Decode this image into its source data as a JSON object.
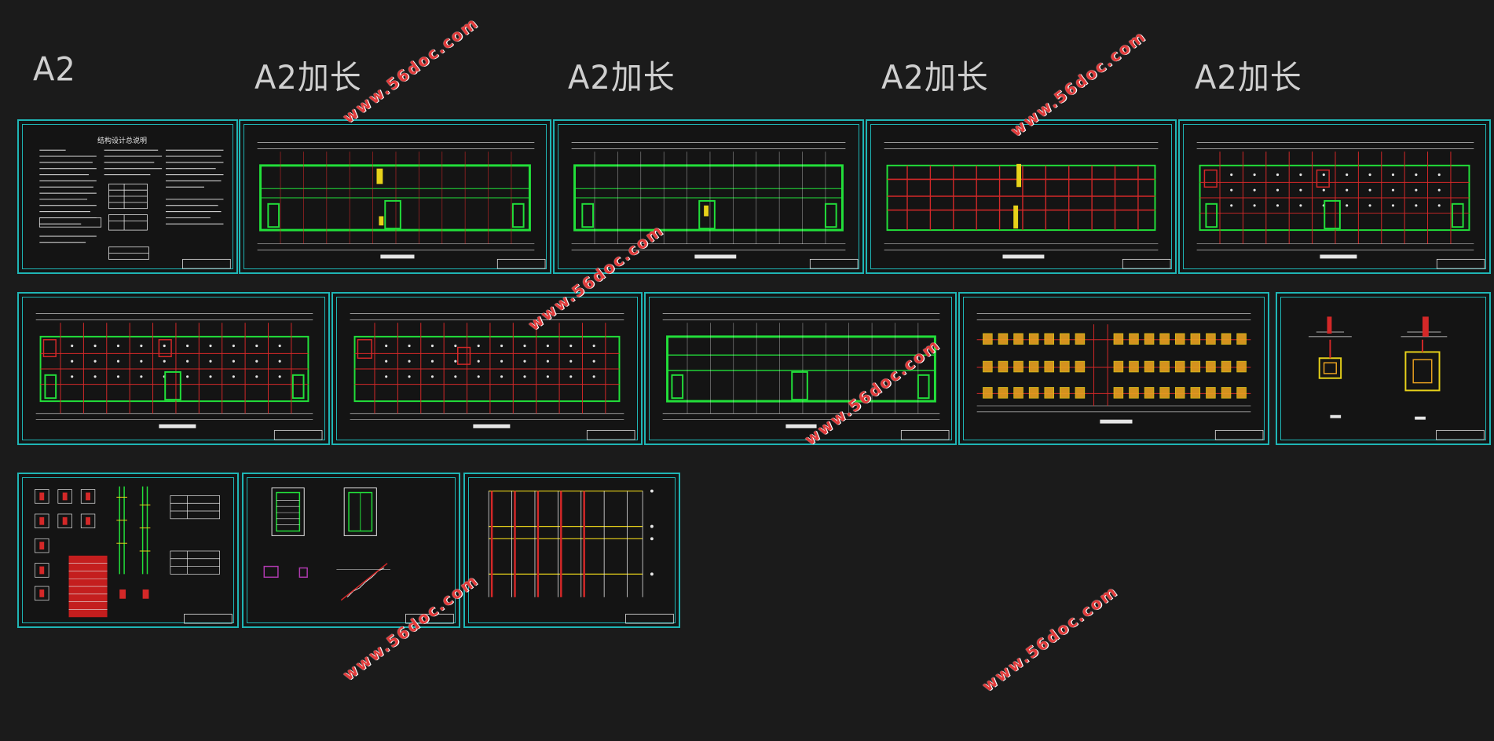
{
  "canvas": {
    "background": "#1b1b1b",
    "frame_color": "#1fb5b5"
  },
  "labels": {
    "col1": "A2",
    "col2": "A2加长",
    "col3": "A2加长",
    "col4": "A2加长",
    "col5": "A2加长"
  },
  "sheet1": {
    "title": "结构设计总说明"
  },
  "watermark": "www.56doc.com",
  "colors": {
    "green": "#22e03a",
    "red": "#d42828",
    "yellow": "#e8d21a",
    "white": "#e6e6e6",
    "cyan": "#1fb5b5"
  }
}
